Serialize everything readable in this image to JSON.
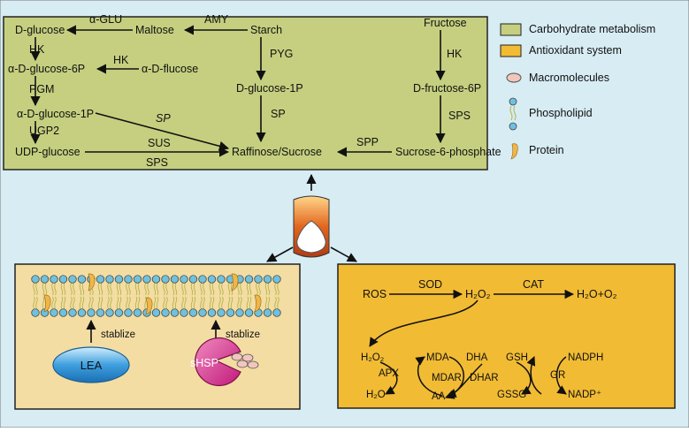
{
  "legend": {
    "carbohydrate": "Carbohydrate metabolism",
    "antioxidant": "Antioxidant system",
    "macromolecules": "Macromolecules",
    "phospholipid": "Phospholipid",
    "protein": "Protein"
  },
  "carb": {
    "d_glucose": "D-glucose",
    "alpha_glu": "α-GLU",
    "maltose": "Maltose",
    "amy": "AMY",
    "starch": "Starch",
    "fructose": "Fructose",
    "hk1": "HK",
    "hk2": "HK",
    "hk3": "HK",
    "a_d_glucose_6p": "α-D-glucose-6P",
    "a_d_flucose": "α-D-flucose",
    "pyg": "PYG",
    "d_glucose_1p": "D-glucose-1P",
    "d_fructose_6p": "D-fructose-6P",
    "pgm": "PGM",
    "a_d_glucose_1p": "α-D-glucose-1P",
    "sp1": "SP",
    "sp2": "SP",
    "sps1": "SPS",
    "ugp2": "UGP2",
    "udp_glucose": "UDP-glucose",
    "sus": "SUS",
    "sps2": "SPS",
    "raffinose": "Raffinose/Sucrose",
    "spp": "SPP",
    "sucrose6p": "Sucrose-6-phosphate"
  },
  "membrane": {
    "stabilize1": "stablize",
    "stabilize2": "stablize",
    "lea": "LEA",
    "shsp": "sHSP"
  },
  "antiox": {
    "ros": "ROS",
    "sod": "SOD",
    "h2o2_top": "H₂O₂",
    "cat": "CAT",
    "h2o_o2": "H₂O+O₂",
    "h2o2": "H₂O₂",
    "apx": "APX",
    "h2o": "H₂O",
    "mda": "MDA",
    "dha": "DHA",
    "mdar": "MDAR",
    "dhar": "DHAR",
    "aa": "AA",
    "gsh": "GSH",
    "gssg": "GSSG",
    "gr": "GR",
    "nadph": "NADPH",
    "nadp": "NADP⁺"
  },
  "colors": {
    "background": "#d7ecf3",
    "carb_box": "#c5cf7f",
    "antiox_box": "#f1bb33",
    "membrane_box": "#f3dda3",
    "lipid_head": "#6fc1df",
    "protein": "#f2b546",
    "lea": "#3f9fdf",
    "shsp": "#d6338a",
    "macromolecule": "#f2c6bd"
  }
}
